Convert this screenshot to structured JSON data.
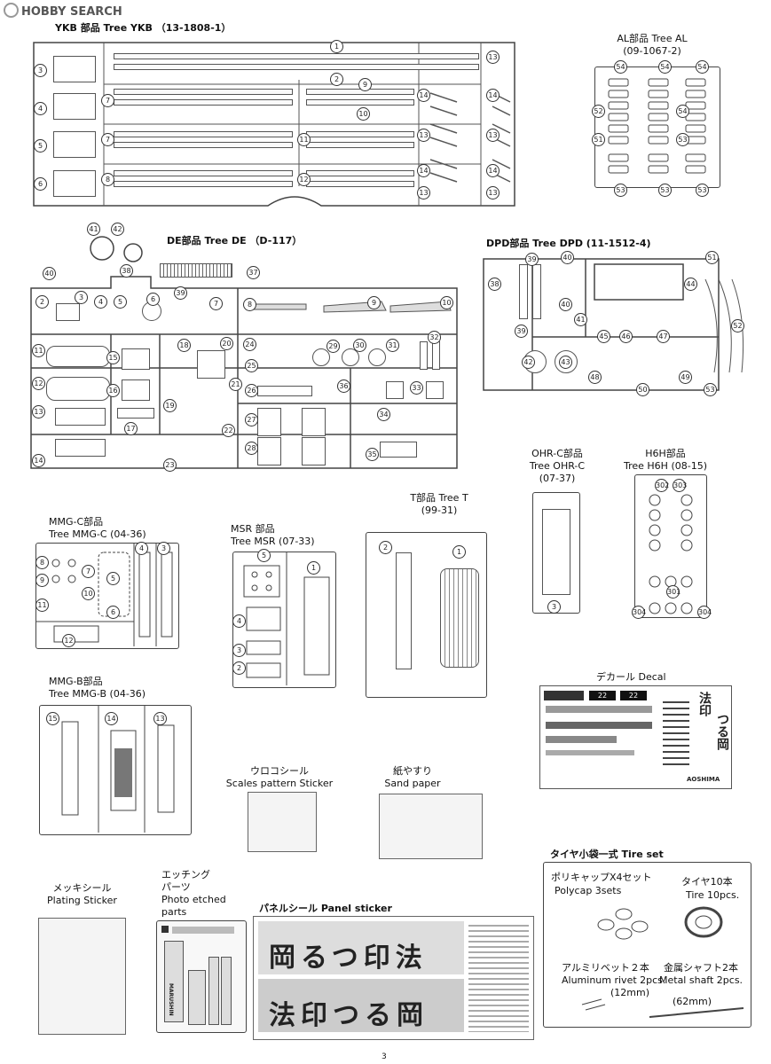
{
  "header": {
    "logo_text": "HOBBY SEARCH"
  },
  "trees": {
    "ykb": {
      "label": "YKB 部品  Tree YKB （13-1808-1）"
    },
    "al": {
      "label1": "AL部品 Tree AL",
      "label2": "(09-1067-2)"
    },
    "de": {
      "label": "DE部品 Tree DE （D-117）"
    },
    "dpd": {
      "label": "DPD部品 Tree DPD (11-1512-4)"
    },
    "ohrc": {
      "label1": "OHR-C部品",
      "label2": "Tree OHR-C",
      "label3": "(07-37)"
    },
    "h6h": {
      "label1": "H6H部品",
      "label2": "Tree H6H (08-15)"
    },
    "mmgc": {
      "label1": "MMG-C部品",
      "label2": "Tree MMG-C (04-36)"
    },
    "msr": {
      "label1": "MSR 部品",
      "label2": "Tree MSR (07-33)"
    },
    "t": {
      "label1": "T部品 Tree T",
      "label2": "(99-31)"
    },
    "mmgb": {
      "label1": "MMG-B部品",
      "label2": "Tree MMG-B (04-36)"
    }
  },
  "decal": {
    "label": "デカール Decal",
    "brand": "AOSHIMA",
    "text1": "法印",
    "text2": "つる岡",
    "number1": "22",
    "number2": "22"
  },
  "scales": {
    "label1": "ウロコシール",
    "label2": "Scales pattern Sticker"
  },
  "sandpaper": {
    "label1": "紙やすり",
    "label2": "Sand paper"
  },
  "plating": {
    "label1": "メッキシール",
    "label2": "Plating Sticker"
  },
  "etched": {
    "label1": "エッチング",
    "label2": "パーツ",
    "label3": "Photo etched",
    "label4": "parts",
    "brand": "MARUSHIN"
  },
  "panel": {
    "label": "パネルシール Panel sticker",
    "row1": "岡るつ印法",
    "row2": "法印つる岡"
  },
  "tireset": {
    "title": "タイヤ小袋一式  Tire set",
    "polycap1": "ポリキャップX4セット",
    "polycap2": "Polycap 3sets",
    "tire1": "タイヤ10本",
    "tire2": "Tire 10pcs.",
    "rivet1": "アルミリベット２本",
    "rivet2": "Aluminum rivet 2pcs.",
    "rivet3": "(12mm)",
    "shaft1": "金属シャフト2本",
    "shaft2": "Metal shaft 2pcs.",
    "shaft3": "(62mm)"
  },
  "page_number": "3"
}
